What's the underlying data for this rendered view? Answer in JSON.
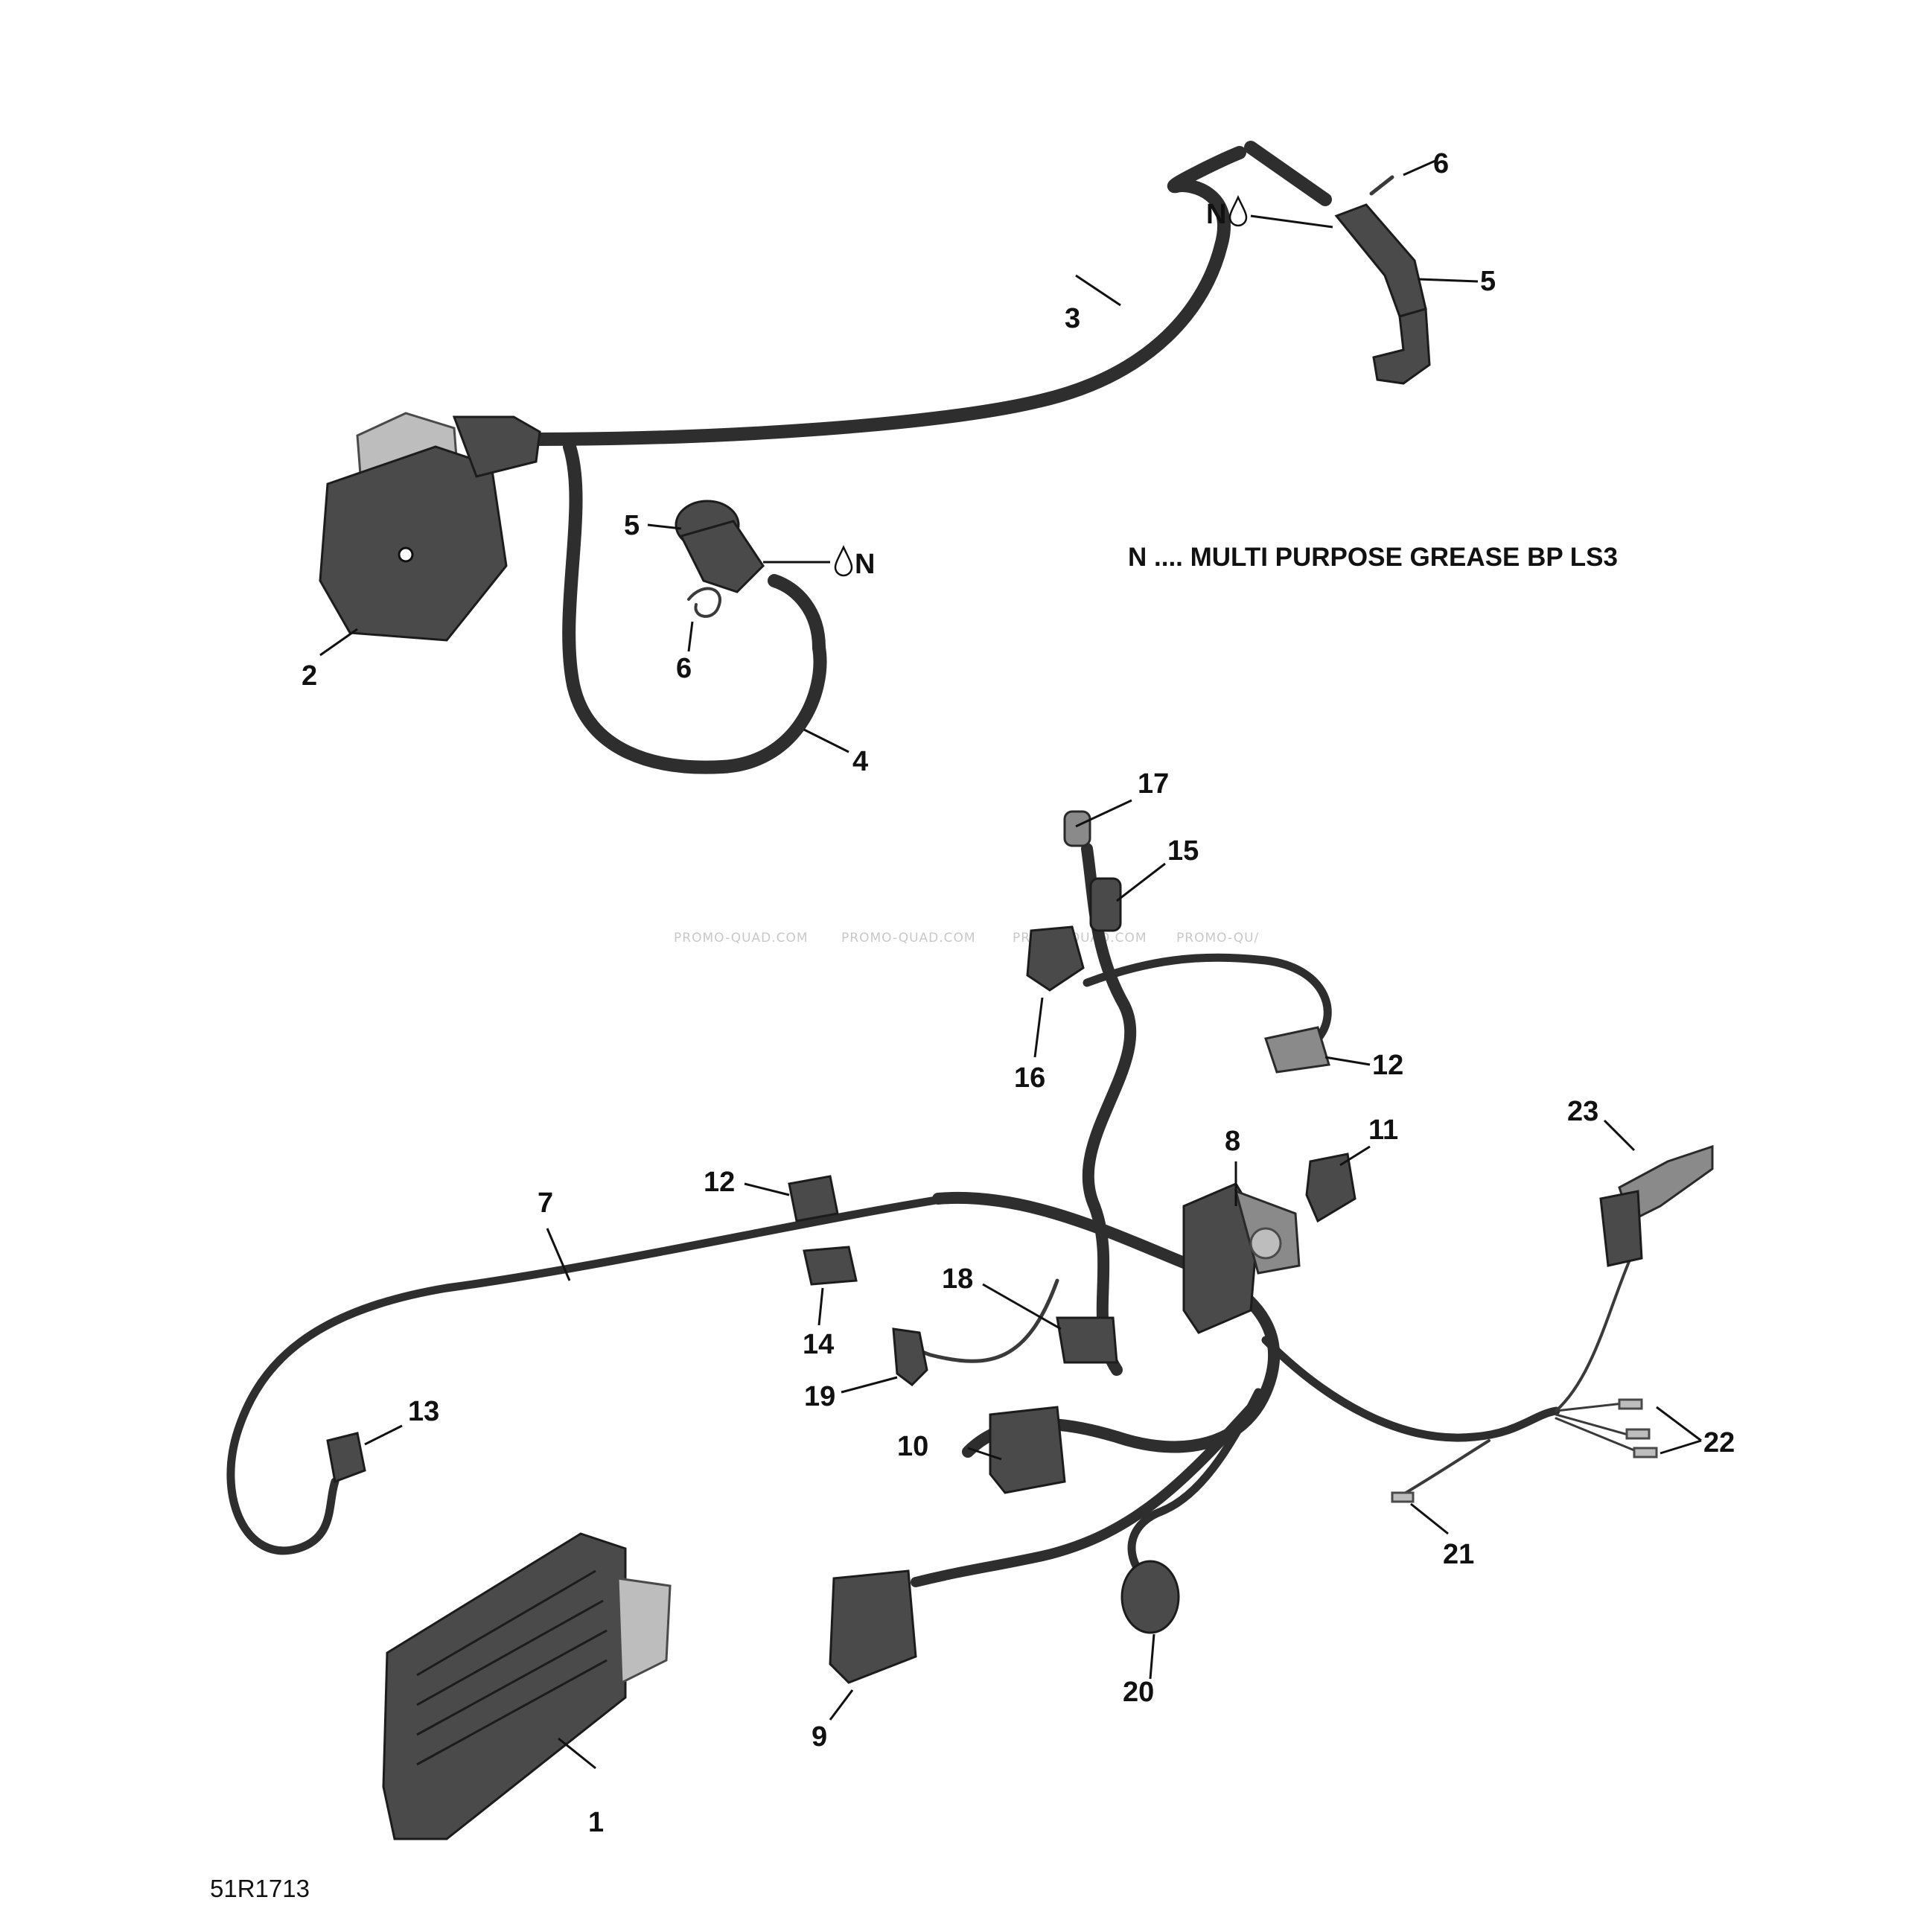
{
  "figure": {
    "reference_code": "51R1713",
    "watermark": [
      "PROMO-QUAD.COM",
      "PROMO-QUAD.COM",
      "PROMO-QUAD.COM",
      "PROMO-QU/"
    ],
    "legend": {
      "symbol": "N",
      "text": "N .... MULTI PURPOSE GREASE BP LS3"
    },
    "callouts": {
      "c1": "1",
      "c2": "2",
      "c3": "3",
      "c4": "4",
      "c5a": "5",
      "c5b": "5",
      "c6a": "6",
      "c6b": "6",
      "c7": "7",
      "c8": "8",
      "c9": "9",
      "c10": "10",
      "c11": "11",
      "c12a": "12",
      "c12b": "12",
      "c13": "13",
      "c14": "14",
      "c15": "15",
      "c16": "16",
      "c17": "17",
      "c18": "18",
      "c19": "19",
      "c20": "20",
      "c21": "21",
      "c22": "22",
      "c23": "23"
    },
    "grease_marks": {
      "top": "N",
      "lower": "N"
    }
  }
}
